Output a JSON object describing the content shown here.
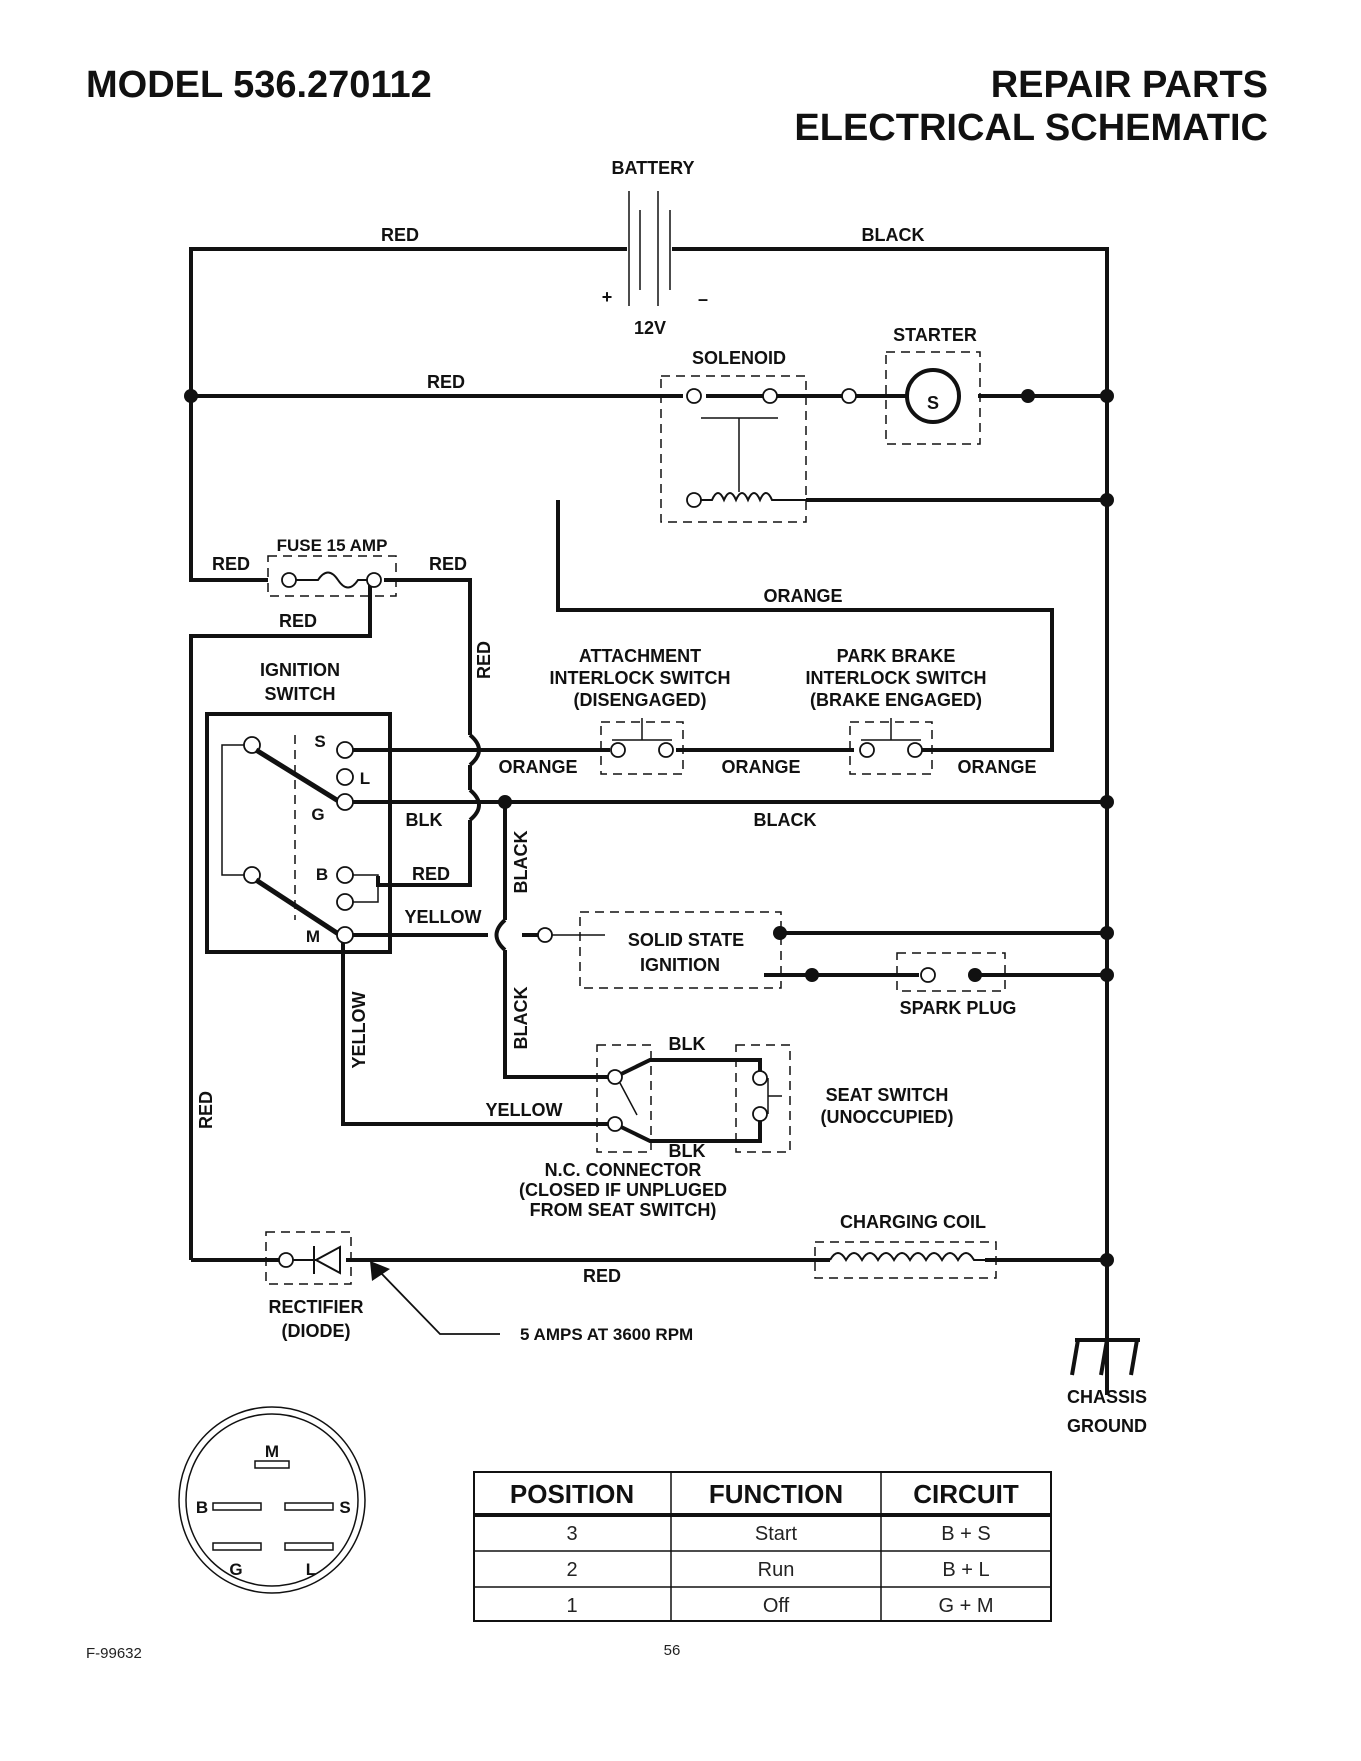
{
  "header": {
    "model": "MODEL 536.270112",
    "title_line1": "REPAIR PARTS",
    "title_line2": "ELECTRICAL SCHEMATIC"
  },
  "components": {
    "battery": "BATTERY",
    "battery_voltage": "12V",
    "battery_plus": "+",
    "battery_minus": "–",
    "solenoid": "SOLENOID",
    "starter": "STARTER",
    "starter_symbol": "S",
    "fuse": "FUSE 15 AMP",
    "ignition_switch_1": "IGNITION",
    "ignition_switch_2": "SWITCH",
    "attachment_1": "ATTACHMENT",
    "attachment_2": "INTERLOCK SWITCH",
    "attachment_3": "(DISENGAGED)",
    "parkbrake_1": "PARK BRAKE",
    "parkbrake_2": "INTERLOCK SWITCH",
    "parkbrake_3": "(BRAKE ENGAGED)",
    "ssi_1": "SOLID STATE",
    "ssi_2": "IGNITION",
    "spark_plug": "SPARK PLUG",
    "seat_1": "SEAT SWITCH",
    "seat_2": "(UNOCCUPIED)",
    "nc_1": "N.C. CONNECTOR",
    "nc_2": "(CLOSED IF UNPLUGED",
    "nc_3": "FROM SEAT SWITCH)",
    "charging_coil": "CHARGING COIL",
    "rectifier_1": "RECTIFIER",
    "rectifier_2": "(DIODE)",
    "amps_note": "5 AMPS AT 3600 RPM",
    "chassis_1": "CHASSIS",
    "chassis_2": "GROUND"
  },
  "terminals": {
    "S": "S",
    "L": "L",
    "G": "G",
    "B": "B",
    "M": "M"
  },
  "wires": {
    "red": "RED",
    "black": "BLACK",
    "orange": "ORANGE",
    "blk": "BLK",
    "yellow": "YELLOW"
  },
  "plug": {
    "M": "M",
    "B": "B",
    "S": "S",
    "G": "G",
    "L": "L"
  },
  "table": {
    "headers": [
      "POSITION",
      "FUNCTION",
      "CIRCUIT"
    ],
    "rows": [
      [
        "3",
        "Start",
        "B + S"
      ],
      [
        "2",
        "Run",
        "B + L"
      ],
      [
        "1",
        "Off",
        "G + M"
      ]
    ]
  },
  "footer": {
    "code": "F-99632",
    "page": "56"
  }
}
